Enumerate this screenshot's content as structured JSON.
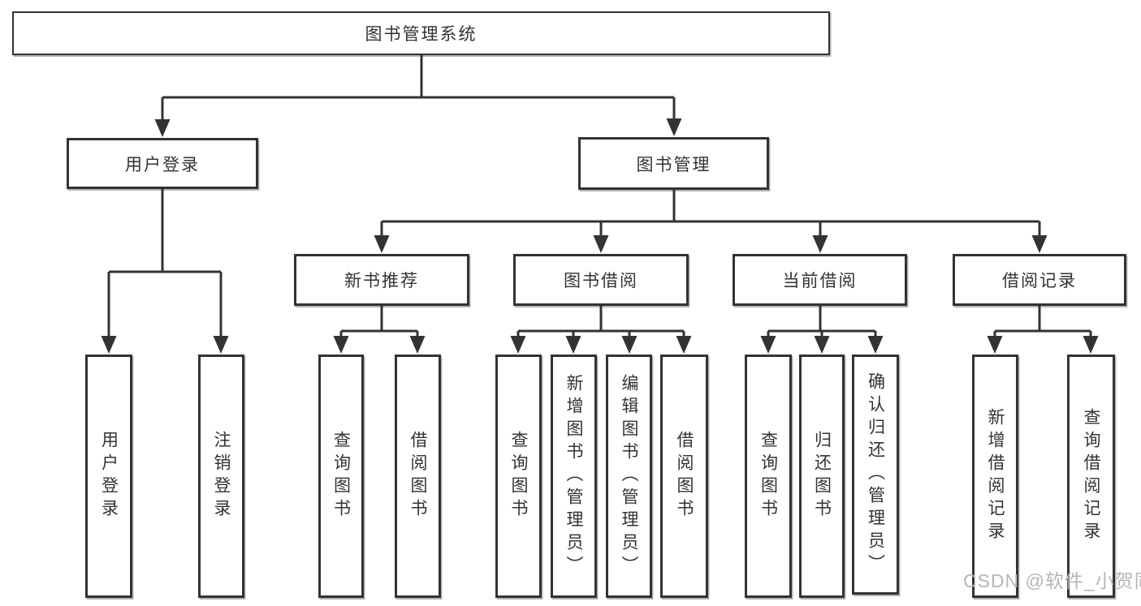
{
  "nodes": {
    "root": "图书管理系统",
    "user_login": "用户登录",
    "book_mgmt": "图书管理",
    "new_book_rec": "新书推荐",
    "book_borrow": "图书借阅",
    "current_borrow": "当前借阅",
    "borrow_records": "借阅记录",
    "leaf_user_login": "用户登录",
    "leaf_logout": "注销登录",
    "leaf_rec_query": "查询图书",
    "leaf_rec_borrow": "借阅图书",
    "leaf_bb_query": "查询图书",
    "leaf_bb_add": "新增图书（管理员）",
    "leaf_bb_edit": "编辑图书（管理员）",
    "leaf_bb_borrow": "借阅图书",
    "leaf_cb_query": "查询图书",
    "leaf_cb_return": "归还图书",
    "leaf_cb_confirm": "确认归还（管理员）",
    "leaf_br_add": "新增借阅记录",
    "leaf_br_query": "查询借阅记录"
  },
  "watermark": "CSDN @软件_小贺同学",
  "colors": {
    "line": "#333333",
    "text": "#333333",
    "background": "#ffffff",
    "watermark": "#b6b6b6"
  }
}
